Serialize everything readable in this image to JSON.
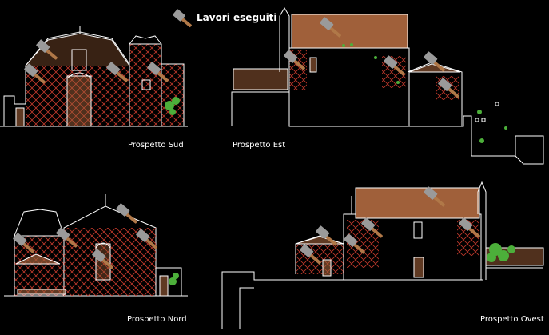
{
  "legend": {
    "label": "Lavori eseguiti",
    "icon": "hammer-icon"
  },
  "views": {
    "south": "Prospetto Sud",
    "east": "Prospetto Est",
    "north": "Prospetto Nord",
    "west": "Prospetto Ovest"
  },
  "colors": {
    "background": "#000000",
    "line": "#ffffff",
    "roof": "#a0603a",
    "hatch": "#c0392b",
    "hammer_head": "#9a9a9a",
    "hammer_handle": "#b07848",
    "vegetation": "#4caf3a"
  }
}
